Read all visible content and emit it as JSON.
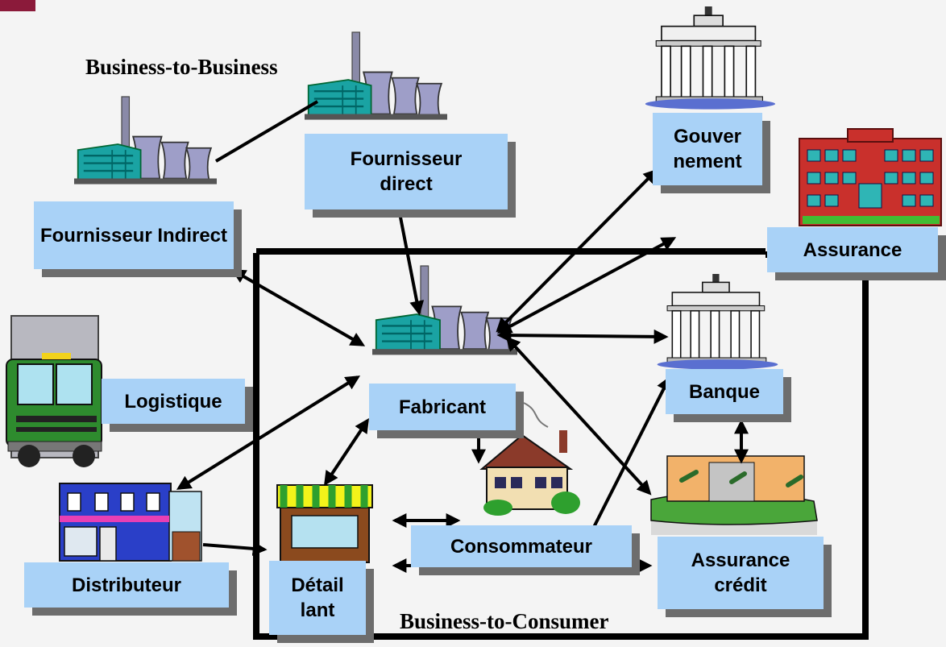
{
  "colors": {
    "accent": "#8b1a3a",
    "label_fill": "#a9d2f7",
    "label_shadow": "#6d6d6d",
    "background": "#f4f4f4"
  },
  "headers": {
    "b2b": "Business-to-Business",
    "b2c": "Business-to-Consumer"
  },
  "nodes": {
    "fournisseur_indirect": {
      "label": "Fournisseur Indirect",
      "icon": "factory-icon"
    },
    "fournisseur_direct": {
      "label": "Fournisseur direct",
      "icon": "factory-icon"
    },
    "gouvernement": {
      "label": "Gouver nement",
      "icon": "government-building-icon"
    },
    "assurance": {
      "label": "Assurance",
      "icon": "office-building-icon"
    },
    "logistique": {
      "label": "Logistique",
      "icon": "truck-icon"
    },
    "fabricant": {
      "label": "Fabricant",
      "icon": "factory-icon"
    },
    "banque": {
      "label": "Banque",
      "icon": "bank-building-icon"
    },
    "distributeur": {
      "label": "Distributeur",
      "icon": "store-icon"
    },
    "detaillant": {
      "label": "Détail lant",
      "icon": "shop-icon"
    },
    "consommateur": {
      "label": "Consommateur",
      "icon": "house-icon"
    },
    "assurance_credit": {
      "label": "Assurance crédit",
      "icon": "resort-icon"
    }
  }
}
